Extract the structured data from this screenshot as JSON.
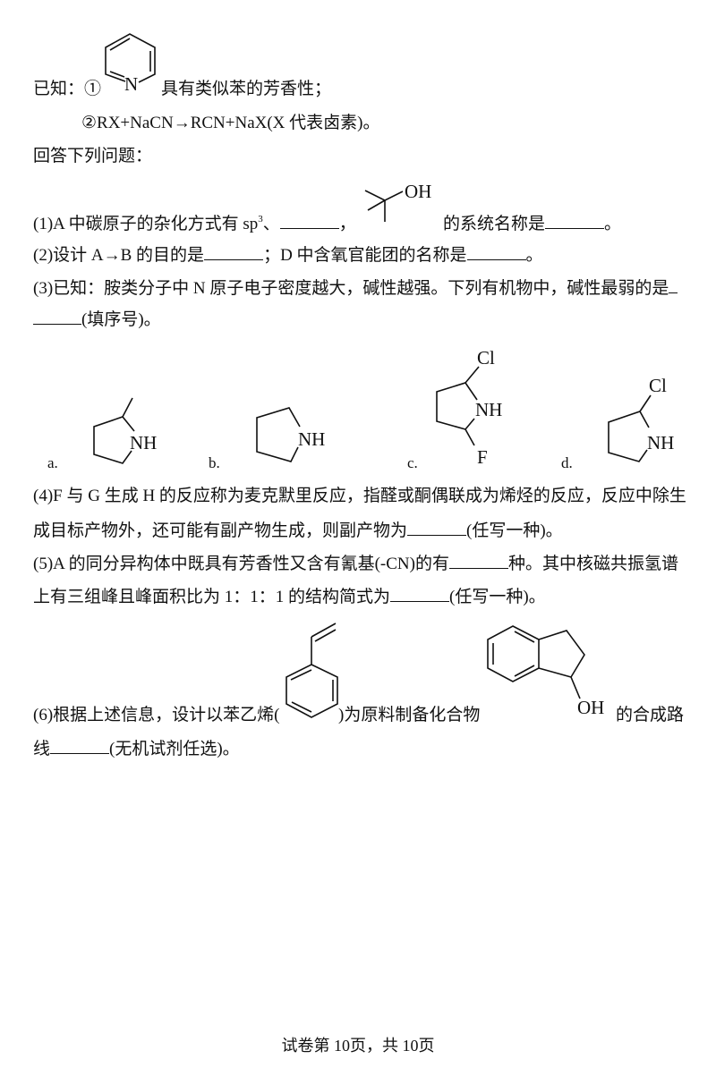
{
  "known": {
    "label": "已知：",
    "item1_num": "①",
    "pyridine_atom": "N",
    "item1_text": "具有类似苯的芳香性；",
    "item2": "②RX+NaCN→RCN+NaX(X 代表卤素)。"
  },
  "intro": "回答下列问题：",
  "q1": {
    "a": "(1)A 中碳原子的杂化方式有 sp",
    "sup": "3",
    "b": "、",
    "c": "，",
    "oh": "OH",
    "d": "的系统名称是",
    "e": "。"
  },
  "q2": {
    "a": "(2)设计 A→B 的目的是",
    "b": "；D 中含氧官能团的名称是",
    "c": "。"
  },
  "q3": {
    "line1": "(3)已知：胺类分子中 N 原子电子密度越大，碱性越强。下列有机物中，碱性最弱的是",
    "line2": "(填序号)。",
    "options": [
      {
        "label": "a.",
        "nh": "NH"
      },
      {
        "label": "b.",
        "nh": "NH"
      },
      {
        "label": "c.",
        "nh": "NH",
        "top": "Cl",
        "bottom": "F"
      },
      {
        "label": "d.",
        "nh": "NH",
        "top": "Cl"
      }
    ]
  },
  "q4": {
    "line1": "(4)F 与 G 生成 H 的反应称为麦克默里反应，指醛或酮偶联成为烯烃的反应，反应中除生",
    "line2a": "成目标产物外，还可能有副产物生成，则副产物为",
    "line2b": "(任写一种)。"
  },
  "q5": {
    "line1a": "(5)A 的同分异构体中既具有芳香性又含有氰基(-CN)的有",
    "line1b": "种。其中核磁共振氢谱",
    "line2a": "上有三组峰且峰面积比为 1：1：1 的结构简式为",
    "line2b": "(任写一种)。"
  },
  "q6": {
    "a": "(6)根据上述信息，设计以苯乙烯(",
    "b": ")为原料制备化合物",
    "oh": "OH",
    "c": "的合成路",
    "line2a": "线",
    "line2b": "(无机试剂任选)。"
  },
  "footer": "试卷第 10页，共 10页"
}
